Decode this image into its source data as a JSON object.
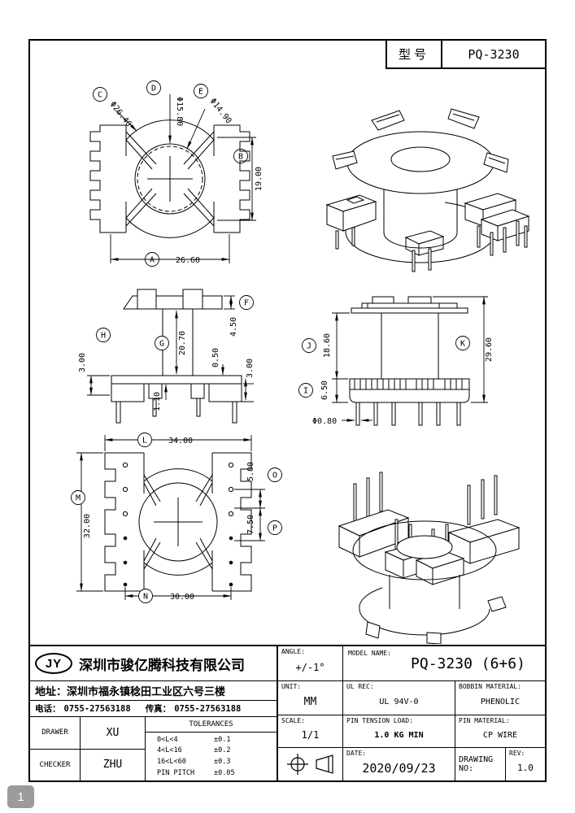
{
  "header": {
    "model_label": "型号",
    "model_value": "PQ-3230"
  },
  "views": {
    "top": {
      "a_label": "A",
      "a": "26.60",
      "b_label": "B",
      "b": "19.00",
      "c_label": "C",
      "c": "Φ26.40",
      "d_label": "D",
      "d": "Φ15.80",
      "e_label": "E",
      "e": "Φ14.90"
    },
    "front": {
      "f_label": "F",
      "f": "4.50",
      "g_label": "G",
      "g": "20.70",
      "h_label": "H",
      "h": "3.00",
      "flange_thickness": "0.50",
      "base_thickness": "1.10",
      "pin_shoulder": "3.00"
    },
    "side": {
      "j_label": "J",
      "j": "18.60",
      "i_label": "I",
      "i": "6.50",
      "k_label": "K",
      "k": "29.60",
      "pin_dia": "Φ0.80"
    },
    "bottom": {
      "l_label": "L",
      "l": "34.00",
      "m_label": "M",
      "m": "32.00",
      "n_label": "N",
      "n": "30.00",
      "o_label": "O",
      "o": "5.00",
      "p_label": "P",
      "p": "7.50"
    }
  },
  "title_block": {
    "logo": "JY",
    "company": "深圳市骏亿腾科技有限公司",
    "address_label": "地址：",
    "address": "深圳市福永镇稔田工业区六号三楼",
    "phone_label": "电话：",
    "phone": "0755-27563188",
    "fax_label": "传真：",
    "fax": "0755-27563188",
    "drawer_label": "DRAWER",
    "drawer": "XU",
    "checker_label": "CHECKER",
    "checker": "ZHU",
    "tolerances": {
      "title": "TOLERANCES",
      "rows": [
        {
          "range": "0<L<4",
          "value": "±0.1"
        },
        {
          "range": "4<L<16",
          "value": "±0.2"
        },
        {
          "range": "16<L<60",
          "value": "±0.3"
        },
        {
          "range": "PIN PITCH",
          "value": "±0.05"
        }
      ]
    },
    "angle_label": "ANGLE:",
    "angle": "+/-1°",
    "model_name_label": "MODEL NAME:",
    "model_name": "PQ-3230 (6+6)",
    "unit_label": "UNIT:",
    "unit": "MM",
    "ul_label": "UL REC:",
    "ul": "UL 94V-0",
    "bobbin_material_label": "BOBBIN MATERIAL:",
    "bobbin_material": "PHENOLIC",
    "scale_label": "SCALE:",
    "scale": "1/1",
    "pin_tension_label": "PIN TENSION LOAD:",
    "pin_tension": "1.0 KG MIN",
    "pin_material_label": "PIN MATERIAL:",
    "pin_material": "CP WIRE",
    "date_label": "DATE:",
    "date": "2020/09/23",
    "drawing_no_label": "DRAWING NO:",
    "rev_label": "REV:",
    "rev": "1.0"
  },
  "page": {
    "number": "1"
  }
}
